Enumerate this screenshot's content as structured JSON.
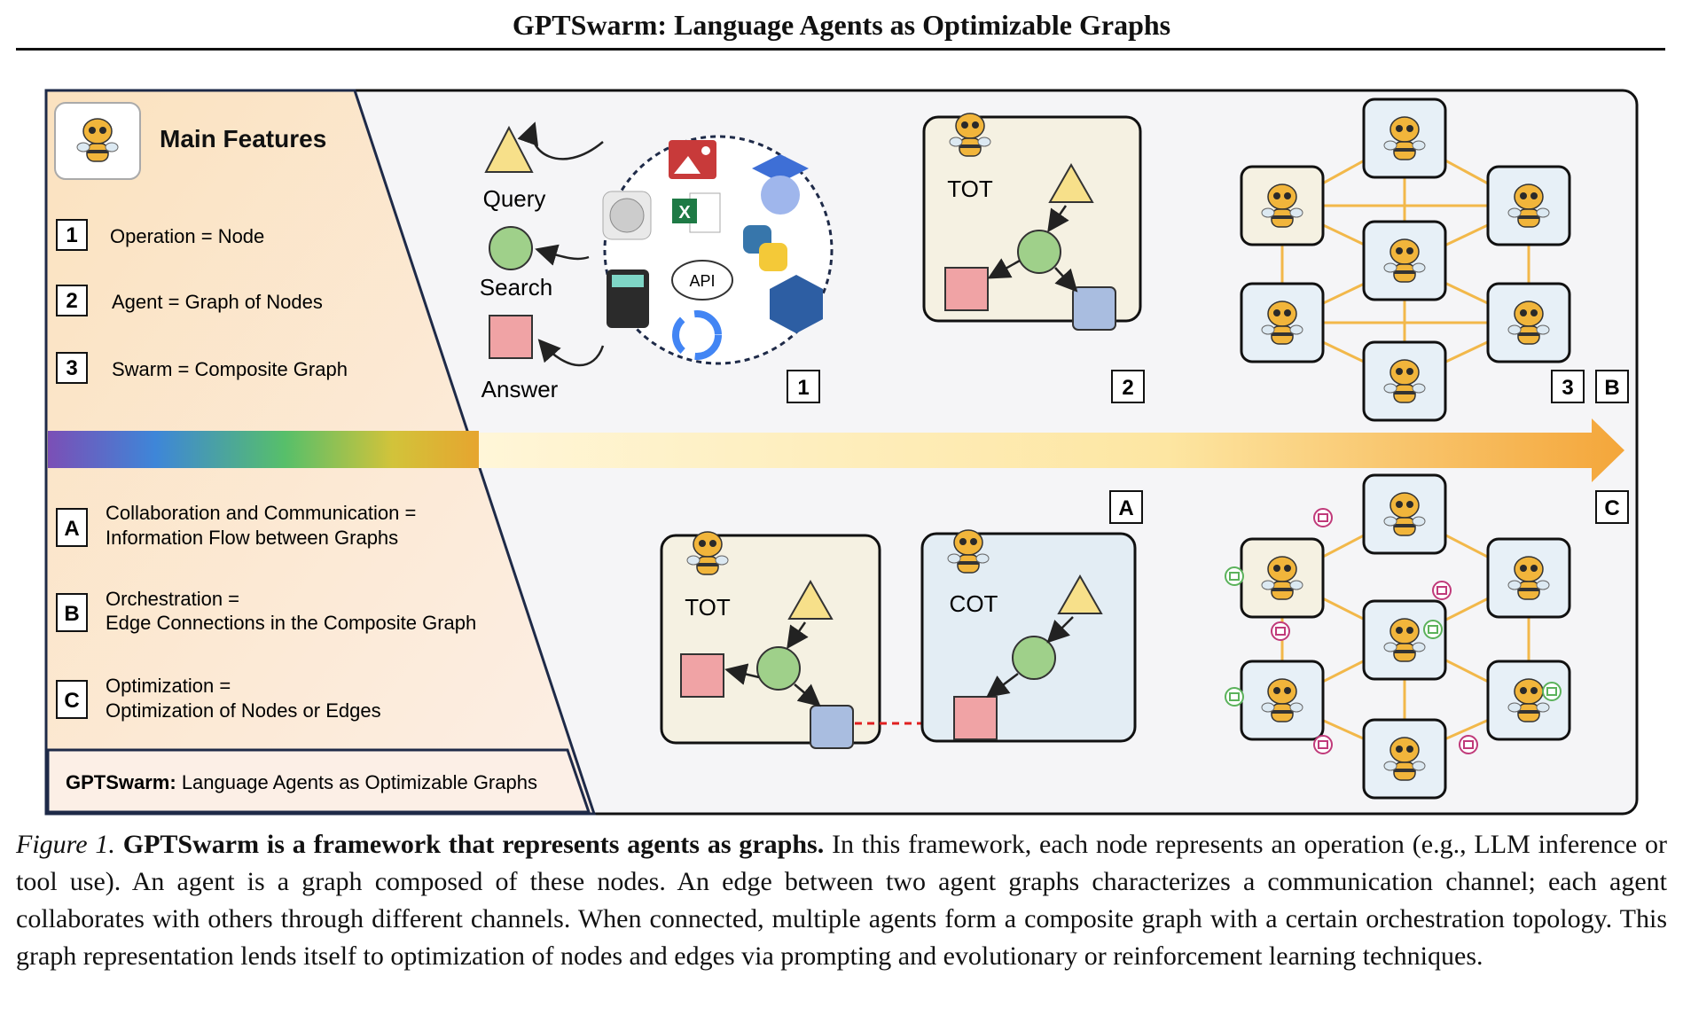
{
  "header": {
    "title": "GPTSwarm: Language Agents as Optimizable Graphs"
  },
  "figure": {
    "panel_heading": "Main Features",
    "features": [
      {
        "key": "1",
        "text": "Operation = Node"
      },
      {
        "key": "2",
        "text": "Agent = Graph of Nodes"
      },
      {
        "key": "3",
        "text": "Swarm = Composite Graph"
      }
    ],
    "extensions": [
      {
        "key": "A",
        "line1": "Collaboration and Communication =",
        "line2": "Information Flow between Graphs"
      },
      {
        "key": "B",
        "line1": "Orchestration =",
        "line2": "Edge Connections in the Composite Graph"
      },
      {
        "key": "C",
        "line1": "Optimization =",
        "line2": "Optimization of Nodes or Edges"
      }
    ],
    "footer_bold": "GPTSwarm:",
    "footer_rest": " Language Agents as Optimizable Graphs",
    "node_labels": {
      "query": "Query",
      "search": "Search",
      "answer": "Answer"
    },
    "tool_labels": {
      "api": "API",
      "excel": "X"
    },
    "agent_labels": {
      "tot": "TOT",
      "tot2": "TOT",
      "cot": "COT"
    },
    "markers": {
      "m1": "1",
      "m2": "2",
      "m3": "3",
      "mB": "B",
      "mA": "A",
      "mC": "C"
    },
    "colors": {
      "triangle": "#f7e08a",
      "circle": "#9fd08a",
      "square_red": "#f0a3a5",
      "square_blue": "#a9bde0",
      "edge": "#f2b84a",
      "comm_icon": "#c03a7a"
    }
  },
  "caption": {
    "label": "Figure 1.",
    "lead": "GPTSwarm is a framework that represents agents as graphs.",
    "body": " In this framework, each node represents an operation (e.g., LLM inference or tool use). An agent is a graph composed of these nodes. An edge between two agent graphs characterizes a communication channel; each agent collaborates with others through different channels. When connected, multiple agents form a composite graph with a certain orchestration topology. This graph representation lends itself to optimization of nodes and edges via prompting and evolutionary or reinforcement learning techniques."
  }
}
